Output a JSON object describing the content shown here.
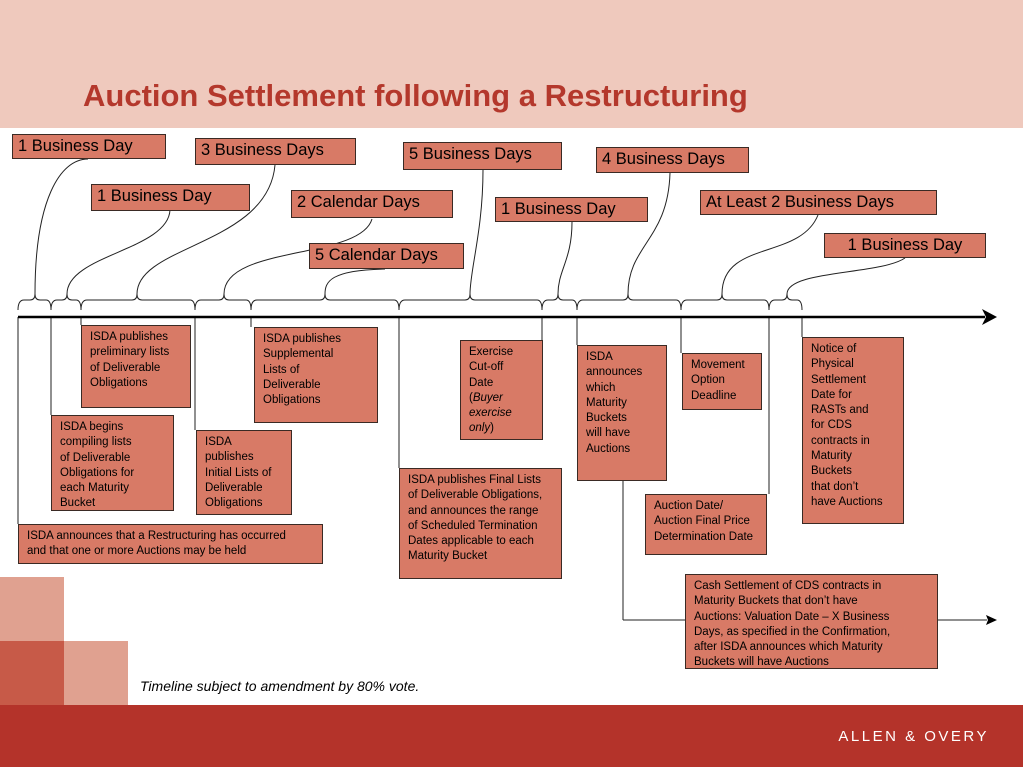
{
  "title": "Auction Settlement following a Restructuring",
  "durations": [
    "1 Business Day",
    "3 Business Days",
    "5 Business Days",
    "4 Business Days",
    "1 Business Day",
    "2 Calendar Days",
    "1 Business Day",
    "At Least 2 Business Days",
    "5 Calendar Days",
    "1 Business Day"
  ],
  "events": {
    "prelim": "ISDA publishes\npreliminary lists\nof Deliverable\nObligations",
    "supplemental": "ISDA publishes\nSupplemental\nLists of\nDeliverable\nObligations",
    "exercise_prefix": "Exercise\nCut-off\nDate\n(",
    "exercise_italic": "Buyer\nexercise\nonly",
    "exercise_suffix": ")",
    "buckets": "ISDA\nannounces\nwhich\nMaturity\nBuckets\nwill have\nAuctions",
    "movement": "Movement\nOption\nDeadline",
    "notice": "Notice of\nPhysical\nSettlement\nDate for\nRASTs and\nfor CDS\ncontracts in\nMaturity\nBuckets\nthat don’t\nhave Auctions",
    "compiling": "ISDA begins\ncompiling lists\nof Deliverable\nObligations for\neach Maturity\nBucket",
    "initial": "ISDA\npublishes\nInitial Lists of\nDeliverable\nObligations",
    "final": "ISDA publishes Final Lists\nof Deliverable Obligations,\nand announces the range\nof Scheduled Termination\nDates applicable to each\nMaturity Bucket",
    "auction": "Auction Date/\nAuction Final Price\nDetermination Date",
    "announces": "ISDA announces that a Restructuring has occurred\nand that one or more Auctions may be held",
    "cash": "Cash Settlement of CDS contracts in\nMaturity Buckets that don’t have\nAuctions:  Valuation Date – X Business\nDays, as specified in the Confirmation,\nafter ISDA announces which Maturity\nBuckets will have Auctions"
  },
  "footnote": "Timeline subject to amendment by 80% vote.",
  "brand": "ALLEN & OVERY",
  "colors": {
    "header_band": "#efc9bd",
    "title": "#b4382c",
    "box_fill": "#d87a66",
    "footer_band": "#b4332a"
  }
}
